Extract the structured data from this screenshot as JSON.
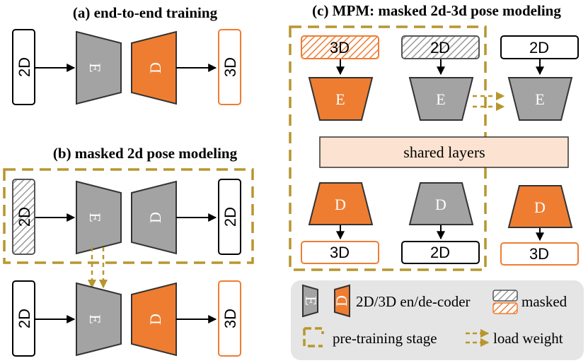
{
  "colors": {
    "orange": "#EE7D32",
    "gray": "#A3A3A3",
    "dash": "#B8962E",
    "legend_bg": "#E5E5E5"
  },
  "panel_a": {
    "title": "(a) end-to-end training",
    "input_label": "2D",
    "encoder_label": "E",
    "decoder_label": "D",
    "output_label": "3D"
  },
  "panel_b": {
    "title": "(b) masked 2d pose modeling",
    "top": {
      "input_label": "2D",
      "encoder_label": "E",
      "decoder_label": "D",
      "output_label": "2D"
    },
    "bottom": {
      "input_label": "2D",
      "encoder_label": "E",
      "decoder_label": "D",
      "output_label": "3D"
    }
  },
  "panel_c": {
    "title": "(c) MPM: masked 2d-3d pose modeling",
    "col1": {
      "input_label": "3D",
      "encoder_label": "E",
      "decoder_label": "D",
      "output_label": "3D"
    },
    "col2": {
      "input_label": "2D",
      "encoder_label": "E",
      "decoder_label": "D",
      "output_label": "2D"
    },
    "col3": {
      "input_label": "2D",
      "encoder_label": "E",
      "decoder_label": "D",
      "output_label": "3D"
    },
    "shared_label": "shared layers"
  },
  "legend": {
    "encoder_icon_label": "E",
    "decoder_icon_label": "D",
    "endecoder_text": "2D/3D en/de-coder",
    "masked_text": "masked",
    "pretraining_text": "pre-training stage",
    "load_weight_text": "load weight"
  }
}
